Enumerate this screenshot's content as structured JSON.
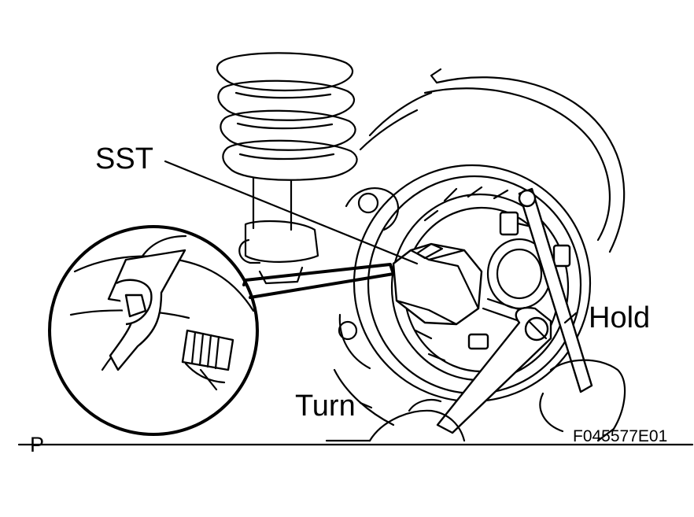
{
  "figure": {
    "labels": {
      "sst": "SST",
      "hold": "Hold",
      "turn": "Turn",
      "corner": "P",
      "code": "F045577E01"
    },
    "colors": {
      "ink": "#000000",
      "paper": "#ffffff"
    }
  }
}
